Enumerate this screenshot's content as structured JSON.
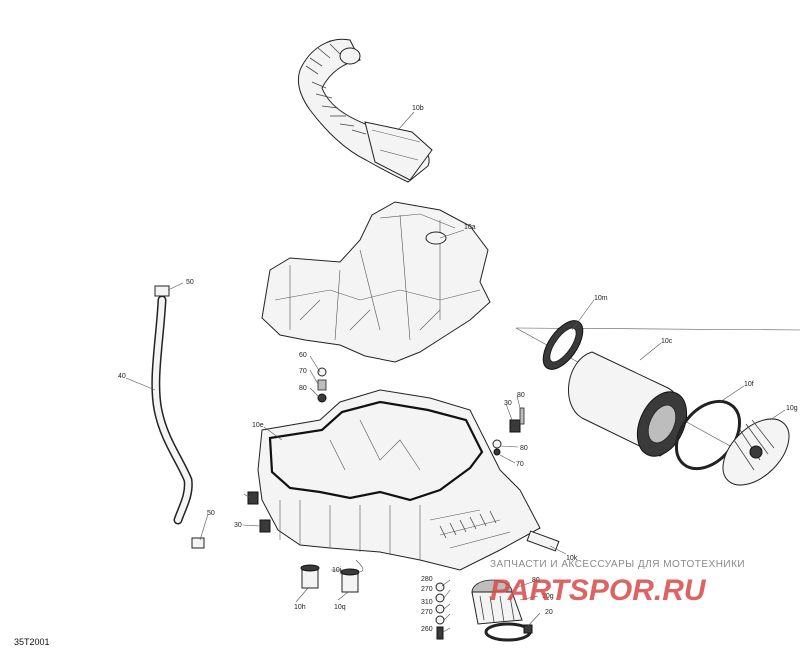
{
  "diagram": {
    "code": "35T2001",
    "callouts": [
      "10b",
      "10a",
      "50",
      "40",
      "60",
      "70",
      "80",
      "10e",
      "80",
      "30",
      "80",
      "70",
      "50",
      "30",
      "10m",
      "10c",
      "10f",
      "10g",
      "10h",
      "10j",
      "10q",
      "10k",
      "280",
      "270",
      "310",
      "270",
      "260",
      "80",
      "10g",
      "20"
    ],
    "watermark": {
      "caption": "ЗАПЧАСТИ И АКСЕССУАРЫ ДЛЯ МОТОТЕХНИКИ",
      "brand": "PARTSPOR.RU"
    }
  }
}
